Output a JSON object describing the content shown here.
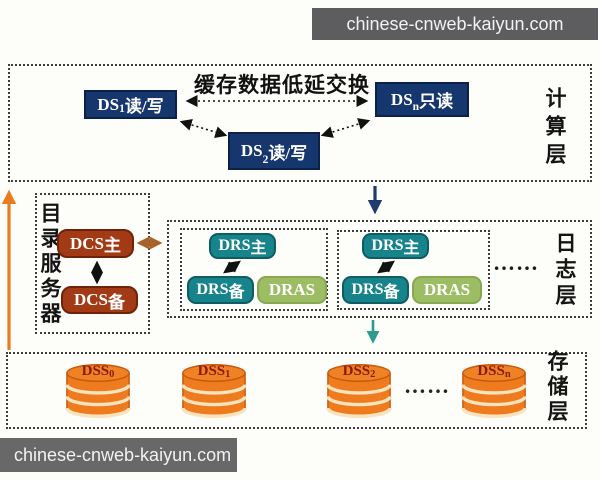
{
  "watermark_top": "chinese-cnweb-kaiyun.com",
  "watermark_bottom": "chinese-cnweb-kaiyun.com",
  "colors": {
    "ds_box": "#16366e",
    "dcs_box": "#a33a16",
    "drs_box": "#17838a",
    "dras_box": "#9cbd64",
    "cylinder": "#ee7b1e",
    "navy_arrow": "#1e3a6e",
    "teal_arrow": "#2a9b8d",
    "orange_arrow": "#e87c1f",
    "brown_arrow": "#a9632a",
    "watermark_bg": "#5d5d5f"
  },
  "compute_layer": {
    "label": "计算层",
    "title": "缓存数据低延交换",
    "nodes": [
      {
        "pre": "DS",
        "sub": "1",
        "post": "读/写"
      },
      {
        "pre": "DS",
        "sub": "2",
        "post": "读/写"
      },
      {
        "pre": "DS",
        "sub": "n",
        "post": "只读"
      }
    ]
  },
  "directory_server": {
    "label": "目录服务器",
    "nodes": [
      {
        "pre": "DCS",
        "post": "主"
      },
      {
        "pre": "DCS",
        "post": "备"
      }
    ]
  },
  "log_layer": {
    "label": "日志层",
    "ellipsis": "……",
    "groups": [
      {
        "primary": {
          "pre": "DRS",
          "post": "主"
        },
        "standby": {
          "pre": "DRS",
          "post": "备"
        },
        "archive": {
          "pre": "DRAS",
          "post": ""
        }
      },
      {
        "primary": {
          "pre": "DRS",
          "post": "主"
        },
        "standby": {
          "pre": "DRS",
          "post": "备"
        },
        "archive": {
          "pre": "DRAS",
          "post": ""
        }
      }
    ]
  },
  "storage_layer": {
    "label": "存储层",
    "ellipsis": "……",
    "nodes": [
      {
        "pre": "DSS",
        "sub": "0"
      },
      {
        "pre": "DSS",
        "sub": "1"
      },
      {
        "pre": "DSS",
        "sub": "2"
      },
      {
        "pre": "DSS",
        "sub": "n"
      }
    ]
  }
}
